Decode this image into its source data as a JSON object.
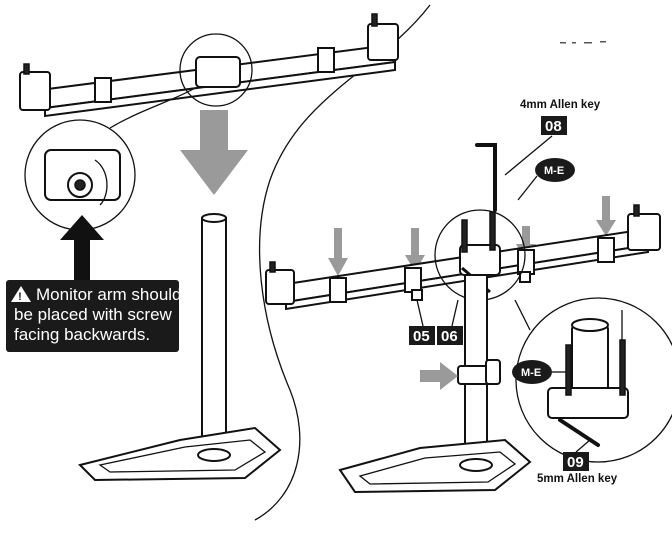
{
  "warning": {
    "line1": "Monitor arm should",
    "line2": "be placed with screw",
    "line3": "facing backwards.",
    "icon": "warning-triangle-icon"
  },
  "labels": {
    "allen_4mm": "4mm Allen key",
    "allen_5mm": "5mm Allen key",
    "step_08": "08",
    "step_05": "05",
    "step_06": "06",
    "step_09": "09",
    "me_top": "M-E",
    "me_detail": "M-E"
  },
  "colors": {
    "ink": "#111111",
    "callout_bg": "#1a1a1a",
    "arrow_gray": "#9a9a9a"
  }
}
